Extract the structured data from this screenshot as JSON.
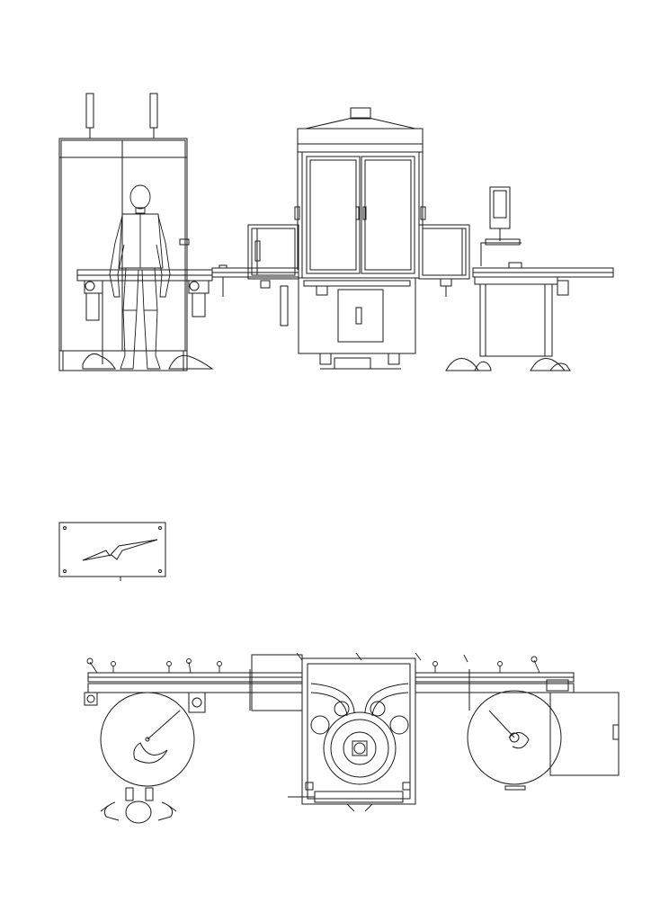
{
  "document": {
    "type": "technical-layout-drawing",
    "views": [
      "front-elevation",
      "electrical-warning-sign",
      "top-plan"
    ]
  },
  "colors": {
    "paper": "#ffffff",
    "line": "#1a1a1a",
    "light_line": "#555555"
  },
  "icons": {
    "warning_sign": "lightning-arrow-icon",
    "operator_figure": "operator-mannequin-icon"
  }
}
